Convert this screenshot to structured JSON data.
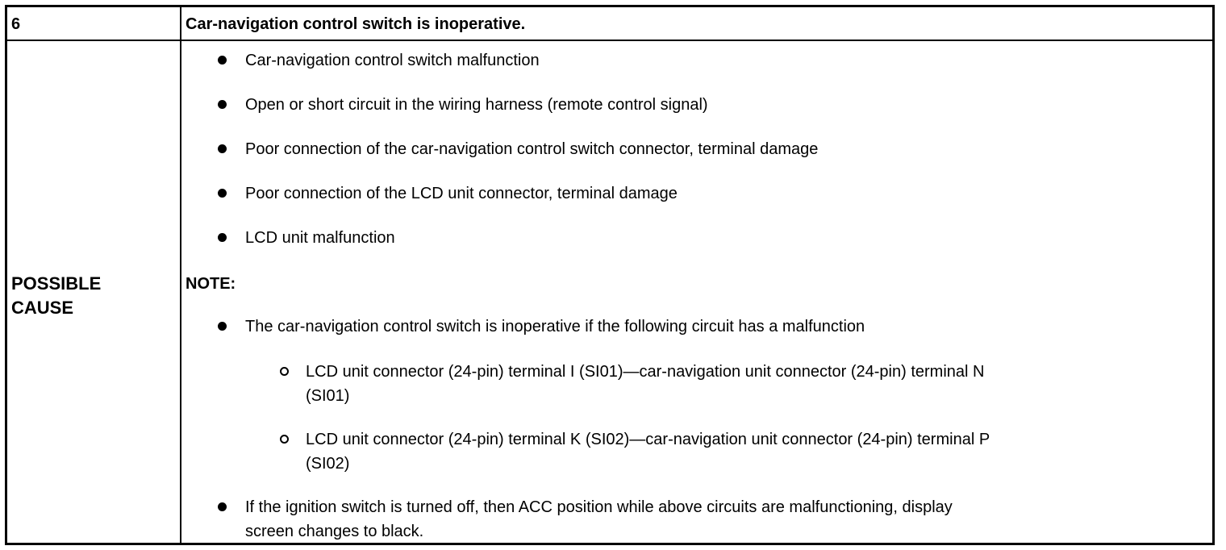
{
  "header": {
    "number": "6",
    "title": "Car-navigation control switch is inoperative."
  },
  "row_label": [
    "POSSIBLE",
    "CAUSE"
  ],
  "causes": [
    "Car-navigation control switch malfunction",
    "Open or short circuit in the wiring harness (remote control signal)",
    "Poor connection of the car-navigation control switch connector, terminal damage",
    "Poor connection of the LCD unit connector, terminal damage",
    "LCD unit malfunction"
  ],
  "note": {
    "label": "NOTE:",
    "item1": "The car-navigation control switch is inoperative if the following circuit has a malfunction",
    "sub": [
      [
        "LCD unit connector (24-pin) terminal I (SI01)—car-navigation unit connector (24-pin) terminal N",
        "(SI01)"
      ],
      [
        "LCD unit connector (24-pin) terminal K (SI02)—car-navigation unit connector (24-pin) terminal P",
        "(SI02)"
      ]
    ],
    "item2": [
      "If the ignition switch is turned off, then ACC position while above circuits are malfunctioning, display",
      "screen changes to black."
    ]
  }
}
